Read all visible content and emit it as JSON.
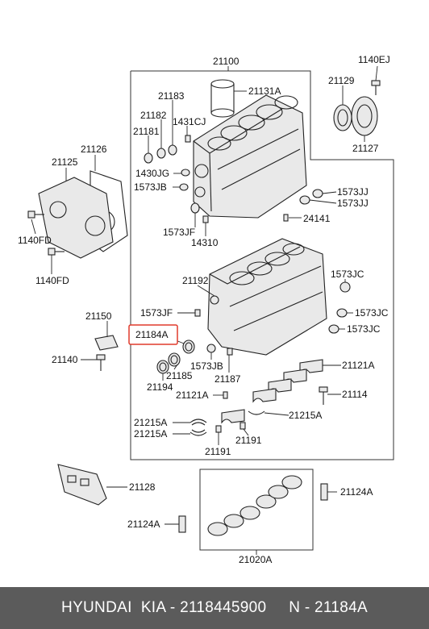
{
  "labels": {
    "p21100": "21100",
    "p1140EJ": "1140EJ",
    "p21129": "21129",
    "p21127": "21127",
    "p21183": "21183",
    "p21131A": "21131A",
    "p21182": "21182",
    "p1431CJ": "1431CJ",
    "p21181": "21181",
    "p1430JG": "1430JG",
    "p1573JB_1": "1573JB",
    "p1573JJ_1": "1573JJ",
    "p1573JJ_2": "1573JJ",
    "p1573JF_1": "1573JF",
    "p24141": "24141",
    "p14310": "14310",
    "p21126": "21126",
    "p21125": "21125",
    "p1140FD_1": "1140FD",
    "p1140FD_2": "1140FD",
    "p21192": "21192",
    "p1573JC_1": "1573JC",
    "p1573JF_2": "1573JF",
    "p1573JC_2": "1573JC",
    "p1573JC_3": "1573JC",
    "p21150": "21150",
    "p21184A": "21184A",
    "p21140": "21140",
    "p21185": "21185",
    "p21194": "21194",
    "p1573JB_2": "1573JB",
    "p21187": "21187",
    "p21121A_1": "21121A",
    "p21121A_2": "21121A",
    "p21114": "21114",
    "p21215A_1": "21215A",
    "p21215A_2": "21215A",
    "p21215A_3": "21215A",
    "p21191_1": "21191",
    "p21191_2": "21191",
    "p21128": "21128",
    "p21124A_1": "21124A",
    "p21124A_2": "21124A",
    "p21020A": "21020A"
  },
  "footer": {
    "text": "HYUNDAI  KIA - 2118445900     N - 21184A"
  },
  "colors": {
    "highlight": "#e03a2b",
    "footer_bg": "#5b5b5b",
    "footer_text": "#ffffff"
  }
}
